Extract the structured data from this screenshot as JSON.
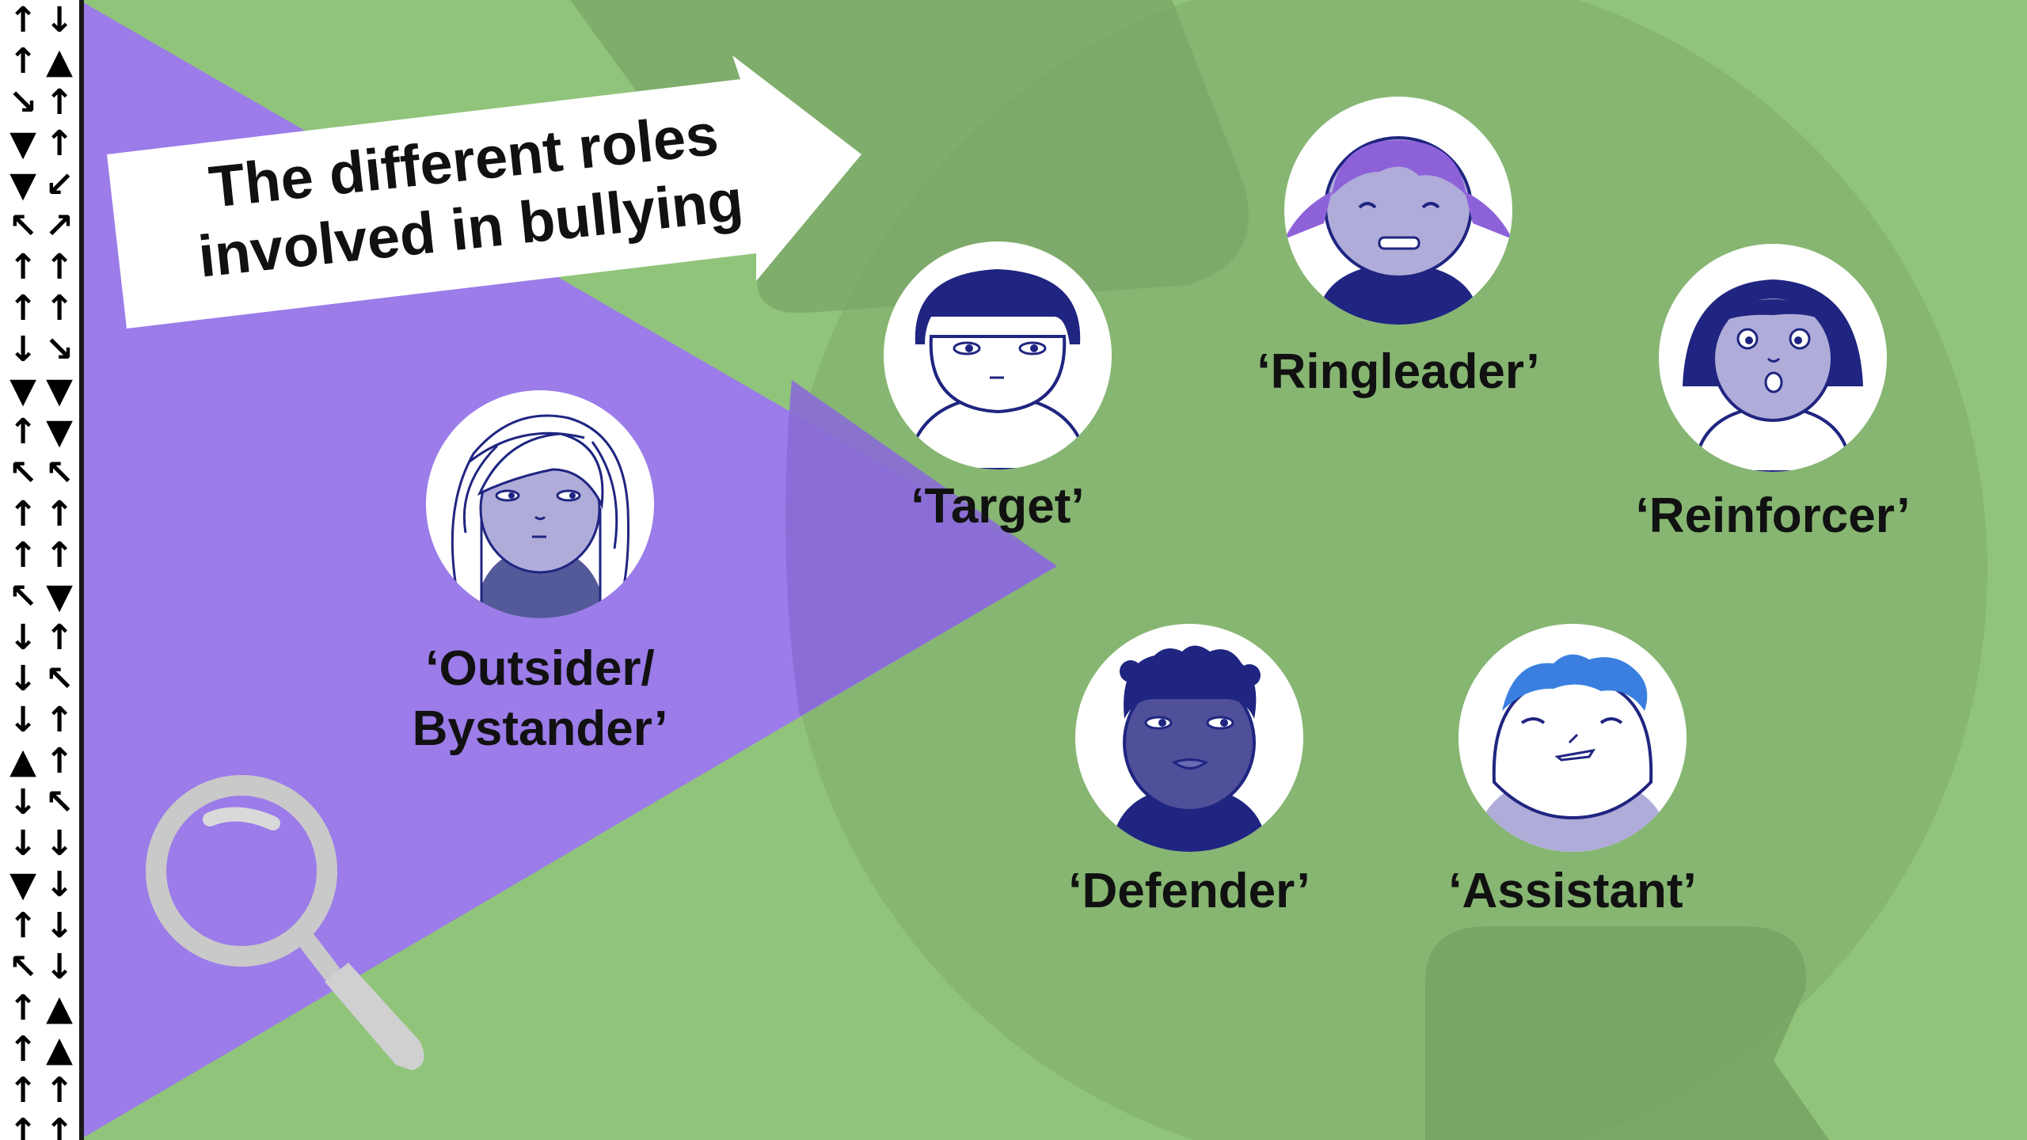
{
  "slide": {
    "banner_line1": "The different roles",
    "banner_line2": "involved in bullying",
    "colors": {
      "background_green": "#91c47b",
      "shape_green_dark": "#7eab6c",
      "purple_triangle": "#9b7ce9",
      "avatar_navy": "#1f2580",
      "avatar_lavender": "#b0acd9"
    }
  },
  "roles": [
    {
      "label": "‘Target’",
      "icon": "target-avatar-icon"
    },
    {
      "label": "‘Ringleader’",
      "icon": "ringleader-avatar-icon"
    },
    {
      "label": "‘Reinforcer’",
      "icon": "reinforcer-avatar-icon"
    },
    {
      "label": "‘Outsider/",
      "label_line2": "Bystander’",
      "icon": "outsider-avatar-icon"
    },
    {
      "label": "‘Defender’",
      "icon": "defender-avatar-icon"
    },
    {
      "label": "‘Assistant’",
      "icon": "assistant-avatar-icon"
    }
  ],
  "decor": {
    "icon": "magnifying-glass-icon",
    "strip": "arrow-pattern-strip"
  }
}
